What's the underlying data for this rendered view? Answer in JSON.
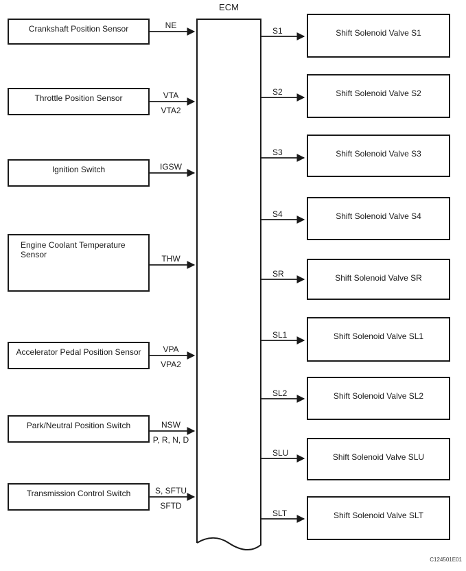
{
  "diagram": {
    "ecm_label": "ECM",
    "figure_code": "C124501E01",
    "inputs": [
      {
        "label": "Crankshaft Position Sensor",
        "signal_above": "NE",
        "signal_below": ""
      },
      {
        "label": "Throttle Position Sensor",
        "signal_above": "VTA",
        "signal_below": "VTA2"
      },
      {
        "label": "Ignition Switch",
        "signal_above": "IGSW",
        "signal_below": ""
      },
      {
        "label": "Engine Coolant Temperature Sensor",
        "signal_above": "THW",
        "signal_below": ""
      },
      {
        "label": "Accelerator Pedal Position Sensor",
        "signal_above": "VPA",
        "signal_below": "VPA2"
      },
      {
        "label": "Park/Neutral Position Switch",
        "signal_above": "NSW",
        "signal_below": "P, R, N, D"
      },
      {
        "label": "Transmission Control Switch",
        "signal_above": "S, SFTU",
        "signal_below": "SFTD"
      }
    ],
    "outputs": [
      {
        "signal": "S1",
        "label": "Shift Solenoid Valve S1"
      },
      {
        "signal": "S2",
        "label": "Shift Solenoid Valve S2"
      },
      {
        "signal": "S3",
        "label": "Shift Solenoid Valve S3"
      },
      {
        "signal": "S4",
        "label": "Shift Solenoid Valve S4"
      },
      {
        "signal": "SR",
        "label": "Shift Solenoid Valve SR"
      },
      {
        "signal": "SL1",
        "label": "Shift Solenoid Valve SL1"
      },
      {
        "signal": "SL2",
        "label": "Shift Solenoid Valve SL2"
      },
      {
        "signal": "SLU",
        "label": "Shift Solenoid Valve SLU"
      },
      {
        "signal": "SLT",
        "label": "Shift Solenoid Valve SLT"
      }
    ]
  }
}
